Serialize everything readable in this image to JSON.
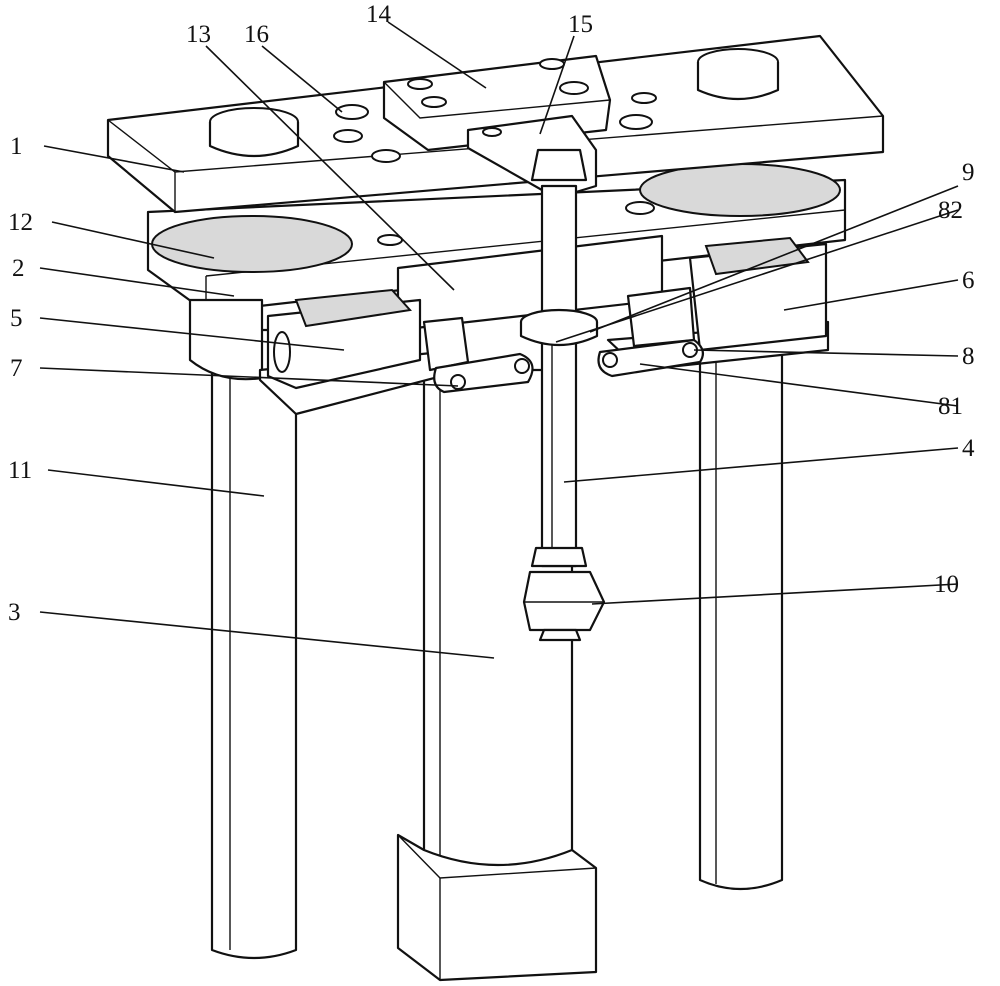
{
  "labels": {
    "l1": "1",
    "l2": "2",
    "l3": "3",
    "l4": "4",
    "l5": "5",
    "l6": "6",
    "l7": "7",
    "l8": "8",
    "l9": "9",
    "l10": "10",
    "l11": "11",
    "l12": "12",
    "l13": "13",
    "l14": "14",
    "l15": "15",
    "l16": "16",
    "l81": "81",
    "l82": "82"
  }
}
